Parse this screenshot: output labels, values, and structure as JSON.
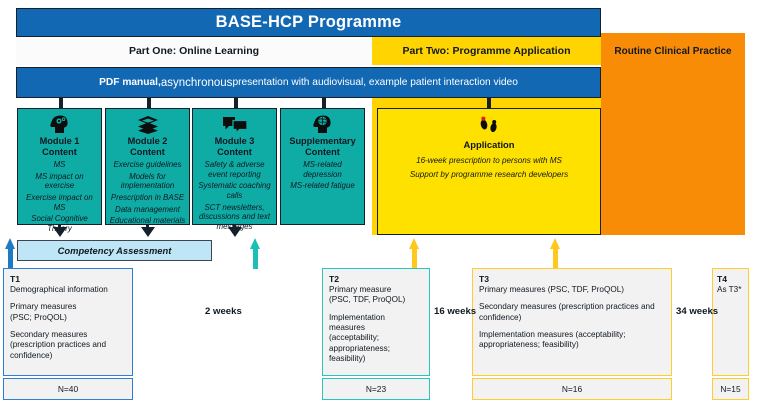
{
  "header": {
    "title": "BASE-HCP Programme",
    "part_one": "Part One: Online Learning",
    "part_two": "Part Two: Programme Application",
    "routine": "Routine Clinical Practice",
    "delivery_prefix": "PDF manual, ",
    "delivery_emph": "asynchronous",
    "delivery_suffix": " presentation with audiovisual, example patient interaction video"
  },
  "colors": {
    "blue": "#1268B3",
    "teal": "#0FACA6",
    "yellow": "#FFD400",
    "orange": "#F98C06",
    "light_blue": "#BFE6F7",
    "arrow_blue": "#1F7AC4",
    "arrow_teal": "#1BBFB6",
    "arrow_yellow": "#FFC81E"
  },
  "modules": [
    {
      "icon": "head-gears-icon",
      "title": "Module 1 Content",
      "items": [
        "MS",
        "MS impact on exercise",
        "Exercise impact on MS",
        "Social Cognitive Theory"
      ]
    },
    {
      "icon": "books-icon",
      "title": "Module 2 Content",
      "items": [
        "Exercise guidelines",
        "Models for implementation",
        "Prescription in BASE",
        "Data management",
        "Educational materials"
      ]
    },
    {
      "icon": "speech-bubbles-icon",
      "title": "Module 3 Content",
      "items": [
        "Safety & adverse event reporting",
        "Systematic coaching calls",
        "SCT newsletters, discussions and text messages"
      ]
    },
    {
      "icon": "head-brain-icon",
      "title": "Supplementary Content",
      "items": [
        "MS-related depression",
        "MS-related fatigue"
      ]
    }
  ],
  "application": {
    "icon": "footprints-icon",
    "title": "Application",
    "items": [
      "16-week prescription to persons with MS",
      "Support by programme research developers"
    ]
  },
  "competency": {
    "label": "Competency Assessment"
  },
  "timepoints": [
    {
      "label": "T1",
      "lines": [
        "Demographical information",
        "Primary measures\n(PSC; ProQOL)",
        "Secondary measures\n(prescription practices and confidence)"
      ],
      "n": "N=40"
    },
    {
      "label": "T2",
      "lines": [
        "Primary measure\n(PSC, TDF, ProQOL)",
        "Implementation measures\n(acceptability;\nappropriateness;\nfeasibility)"
      ],
      "n": "N=23"
    },
    {
      "label": "T3",
      "lines": [
        "Primary measures (PSC, TDF, ProQOL)",
        "Secondary measures (prescription practices and confidence)",
        "Implementation measures (acceptability; appropriateness; feasibility)"
      ],
      "n": "N=16"
    },
    {
      "label": "T4",
      "lines": [
        "As T3*"
      ],
      "n": "N=15"
    }
  ],
  "gaps": [
    "2 weeks",
    "16 weeks",
    "34 weeks"
  ]
}
